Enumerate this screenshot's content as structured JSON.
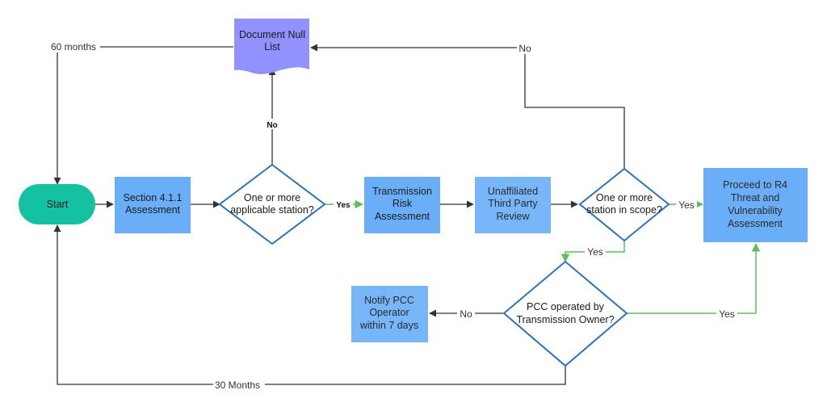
{
  "diagram": {
    "nodes": {
      "start": "Start",
      "section_assessment": [
        "Section 4.1.1",
        "Assessment"
      ],
      "applicable_decision": [
        "One or more",
        "applicable station?"
      ],
      "document_null_list": [
        "Document Null",
        "List"
      ],
      "transmission_risk": [
        "Transmission",
        "Risk",
        "Assessment"
      ],
      "third_party_review": [
        "Unaffiliated",
        "Third Party",
        "Review"
      ],
      "in_scope_decision": [
        "One or more",
        "station in scope?"
      ],
      "proceed_r4": [
        "Proceed to R4",
        "Threat and",
        "Vulnerability",
        "Assessment"
      ],
      "pcc_decision": [
        "PCC operated by",
        "Transmission Owner?"
      ],
      "notify_pcc": [
        "Notify PCC",
        "Operator",
        "within 7 days"
      ]
    },
    "edge_labels": {
      "months_60": "60 months",
      "months_30": "30 Months",
      "applicable_no": "No",
      "applicable_yes": "Yes",
      "scope_no": "No",
      "scope_yes_right": "Yes",
      "scope_yes_down": "Yes",
      "pcc_yes": "Yes",
      "pcc_no": "No"
    },
    "colors": {
      "start_fill": "#14c1a0",
      "box_fill": "#6aaef8",
      "box_fill_light": "#78b6fa",
      "decision_stroke": "#2f72b8",
      "document_fill": "#9191ff",
      "arrow_dark": "#333333",
      "arrow_green": "#5cbf5c"
    }
  }
}
